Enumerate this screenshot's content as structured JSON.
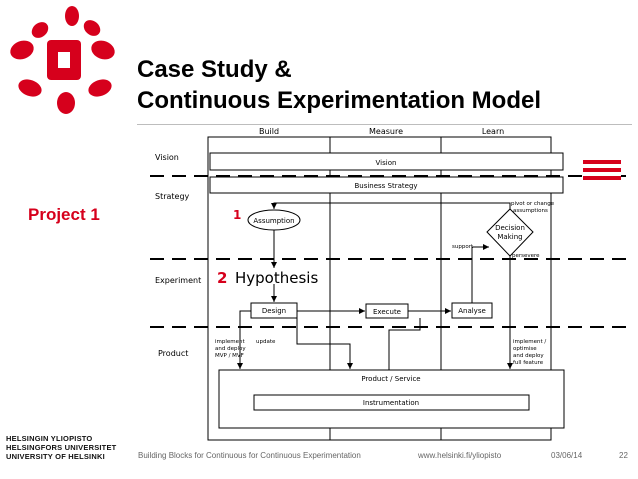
{
  "slide": {
    "title_line1": "Case Study &",
    "title_line2": "Continuous Experimentation Model",
    "project_label": "Project 1",
    "university": [
      "HELSINGIN YLIOPISTO",
      "HELSINGFORS UNIVERSITET",
      "UNIVERSITY OF HELSINKI"
    ],
    "footer": {
      "course": "Building Blocks for Continuous for Continuous Experimentation",
      "url": "www.helsinki.fi/yliopisto",
      "date": "03/06/14",
      "page": "22"
    }
  },
  "diagram": {
    "columns": [
      "Build",
      "Measure",
      "Learn"
    ],
    "lanes": [
      "Vision",
      "Strategy",
      "Experiment",
      "Product"
    ],
    "boxes": {
      "vision": "Vision",
      "business_strategy": "Business Strategy",
      "assumption": "Assumption",
      "decision": [
        "Decision",
        "Making"
      ],
      "design": "Design",
      "execute": "Execute",
      "analyse": "Analyse",
      "product_service": "Product / Service",
      "instrumentation": "Instrumentation"
    },
    "labels": {
      "pivot": [
        "pivot or change",
        "assumptions"
      ],
      "support": "support",
      "persevere": "persevere",
      "implement_mvp": [
        "implement",
        "and deploy",
        "MVP / MVF"
      ],
      "update": "update",
      "implement_full": [
        "implement /",
        "optimise",
        "and deploy",
        "full feature"
      ]
    },
    "markers": {
      "step1": "1",
      "step2": "2",
      "hypothesis": "Hypothesis"
    }
  },
  "colors": {
    "accent_red": "#d6001c",
    "text": "#000000",
    "footer_text": "#666666"
  },
  "icons": [
    "flame-logo-icon",
    "finland-flag-icon"
  ]
}
